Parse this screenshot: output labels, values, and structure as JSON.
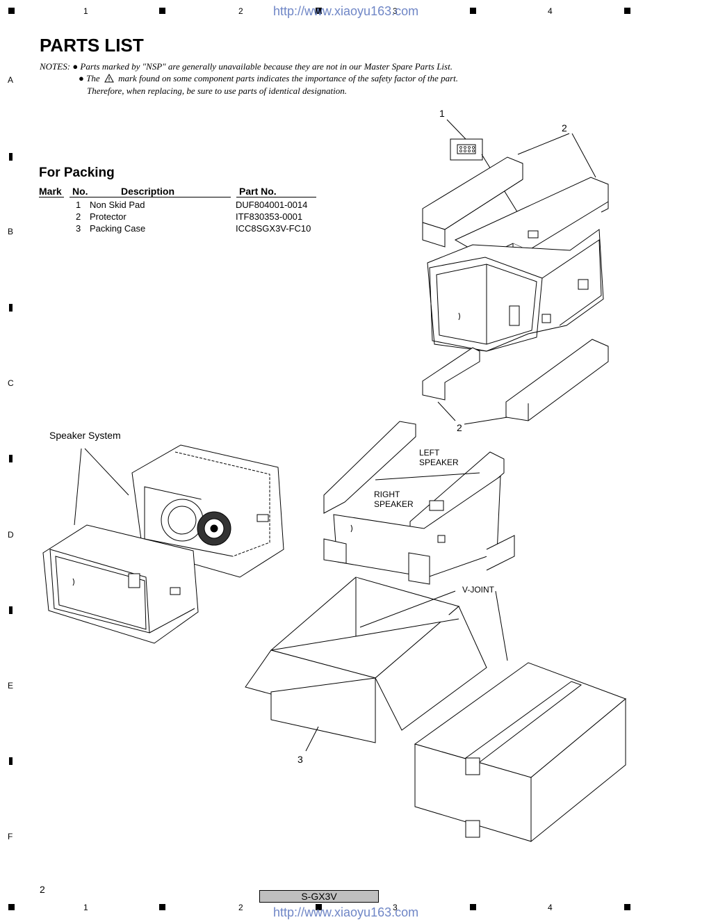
{
  "header": {
    "url": "http://www.xiaoyu163.com",
    "ruler_numbers": [
      "1",
      "2",
      "3",
      "4"
    ]
  },
  "side_letters": [
    "A",
    "B",
    "C",
    "D",
    "E",
    "F"
  ],
  "title": "PARTS LIST",
  "notes": {
    "label": "NOTES:",
    "line1": "Parts marked by \"NSP\" are generally unavailable because they are not in our Master Spare Parts List.",
    "line2a": "The",
    "line2b": "mark found on some component parts indicates the importance of the safety factor of the part.",
    "line3": "Therefore, when replacing, be sure to use parts of identical designation."
  },
  "section_title": "For Packing",
  "table": {
    "headers": {
      "mark": "Mark",
      "no": "No.",
      "description": "Description",
      "part_no": "Part No."
    },
    "rows": [
      {
        "no": "1",
        "description": "Non Skid Pad",
        "part_no": "DUF804001-0014"
      },
      {
        "no": "2",
        "description": "Protector",
        "part_no": "ITF830353-0001"
      },
      {
        "no": "3",
        "description": "Packing Case",
        "part_no": "ICC8SGX3V-FC10"
      }
    ]
  },
  "diagram": {
    "callout_1": "1",
    "callout_2_top": "2",
    "callout_2_bottom": "2",
    "callout_3": "3",
    "speaker_system": "Speaker System",
    "left_speaker_1": "LEFT",
    "left_speaker_2": "SPEAKER",
    "right_speaker_1": "RIGHT",
    "right_speaker_2": "SPEAKER",
    "v_joint": "V-JOINT"
  },
  "footer": {
    "page_number": "2",
    "model": "S-GX3V",
    "url": "http://www.xiaoyu163.com"
  }
}
